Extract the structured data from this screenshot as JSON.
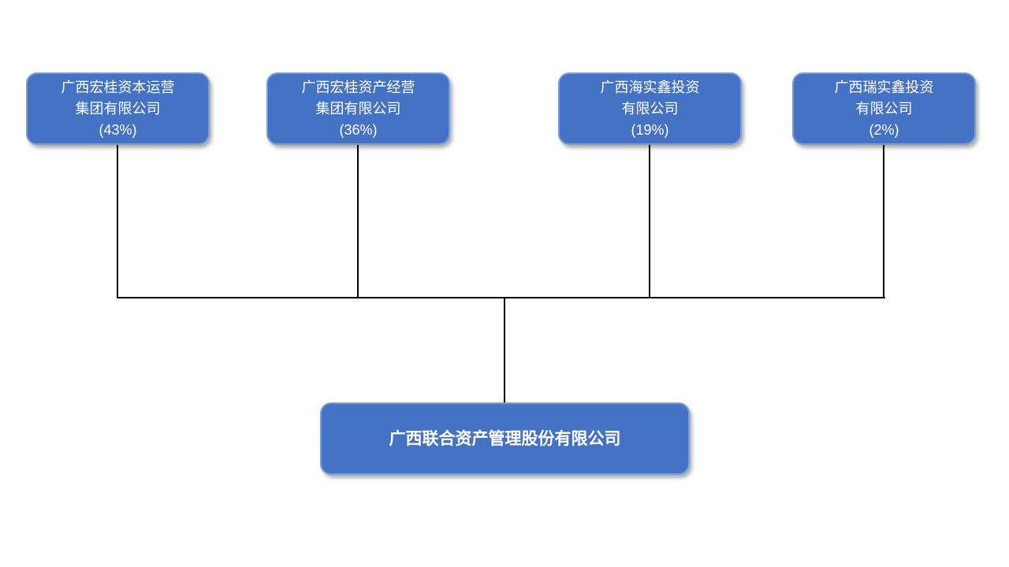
{
  "diagram": {
    "type": "equity-structure-org-chart",
    "company": {
      "name": "广西联合资产管理股份有限公司"
    },
    "shareholders": [
      {
        "name": "广西宏桂资本运营集团有限公司",
        "line1": "广西宏桂资本运营",
        "line2": "集团有限公司",
        "percent_label": "(43%)",
        "share": "43%"
      },
      {
        "name": "广西宏桂资产经营集团有限公司",
        "line1": "广西宏桂资产经营",
        "line2": "集团有限公司",
        "percent_label": "(36%)",
        "share": "36%"
      },
      {
        "name": "广西海实鑫投资有限公司",
        "line1": "广西海实鑫投资",
        "line2": "有限公司",
        "percent_label": "(19%)",
        "share": "19%"
      },
      {
        "name": "广西瑞实鑫投资有限公司",
        "line1": "广西瑞实鑫投资",
        "line2": "有限公司",
        "percent_label": "(2%)",
        "share": "2%"
      }
    ],
    "colors": {
      "background": "#FFFFFF",
      "box_fill": "#4472C4",
      "box_border": "#7C9CD6",
      "text": "#FFFFFF",
      "connector": "#000000"
    }
  }
}
